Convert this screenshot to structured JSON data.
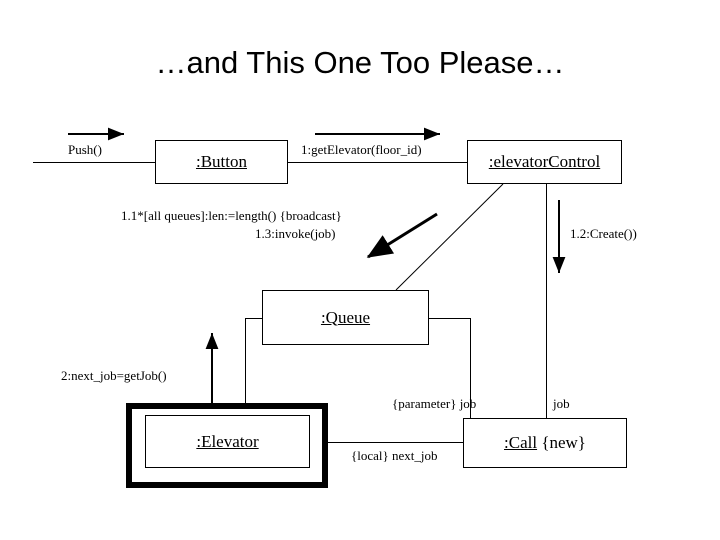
{
  "slide": {
    "title": "…and This One Too Please…",
    "background": "#ffffff",
    "ink": "#000000"
  },
  "objects": {
    "button": {
      "label": ":Button"
    },
    "elevator_control": {
      "label": ":elevatorControl"
    },
    "queue": {
      "label": ":Queue"
    },
    "elevator": {
      "label": ":Elevator"
    },
    "call": {
      "label_underlined": ":Call",
      "label_rest": " {new}"
    }
  },
  "messages": {
    "push": "Push()",
    "get_elevator": "1:getElevator(floor_id)",
    "length_broadcast": "1.1*[all queues]:len:=length() {broadcast}",
    "invoke_job": "1.3:invoke(job)",
    "create": "1.2:Create())",
    "next_job": "2:next_job=getJob()"
  },
  "link_roles": {
    "parameter_job": "{parameter} job",
    "job": "job",
    "local_next_job": "{local} next_job"
  }
}
